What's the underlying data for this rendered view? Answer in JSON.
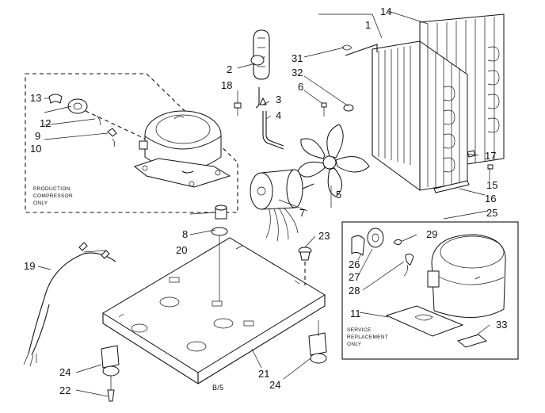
{
  "callouts": {
    "c1": "1",
    "c2": "2",
    "c3": "3",
    "c4": "4",
    "c5": "5",
    "c6": "6",
    "c7": "7",
    "c8": "8",
    "c9": "9",
    "c10": "10",
    "c11": "11",
    "c12": "12",
    "c13": "13",
    "c14": "14",
    "c15": "15",
    "c16": "16",
    "c17": "17",
    "c18": "18",
    "c19": "19",
    "c20": "20",
    "c21": "21",
    "c22": "22",
    "c23": "23",
    "c24a": "24",
    "c24b": "24",
    "c25": "25",
    "c26": "26",
    "c27": "27",
    "c28": "28",
    "c29": "29",
    "c31": "31",
    "c32": "32",
    "c33": "33"
  },
  "notes": {
    "production_line1": "PRODUCTION",
    "production_line2": "COMPRESSOR",
    "production_line3": "ONLY",
    "service_line1": "SERVICE",
    "service_line2": "REPLACEMENT",
    "service_line3": "ONLY"
  },
  "footer_code": "B/5"
}
